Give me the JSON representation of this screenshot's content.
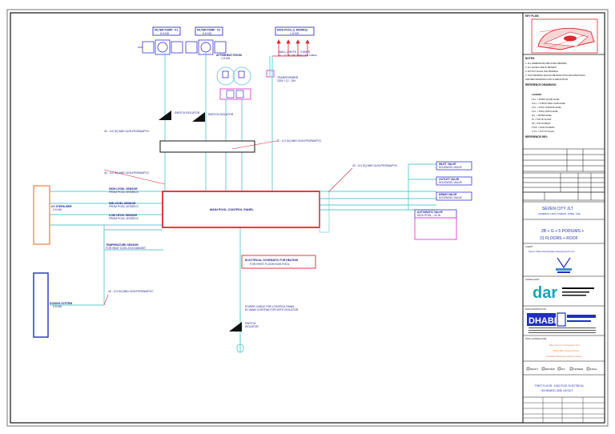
{
  "colors": {
    "wire": "#5ec8d2",
    "red": "#e0262d",
    "blue": "#1b1bd8",
    "magenta": "#e83ad8",
    "orange": "#f07f3c",
    "navy": "#1f2fbf",
    "text": "#1a1a8a"
  },
  "equipment": {
    "pump1": "FILTER PUMP - 01",
    "pump1_power": "5.5 KW",
    "pump2": "FILTER PUMP - 02",
    "pump2_power": "5.5 KW",
    "kids_pool": "KIDS POOL (L WORKS) ",
    "kids_pool_sub": "1.5 KW",
    "blower": "AFTERHEAT ROOM",
    "blower_sub": "1.5 KW",
    "transformer": "TRANSFORMER",
    "transformer_sub": "230V / 12 - 24V",
    "wall_note": "WALL LIGHTS ... 3 WAYS",
    "wall_note2": "12 - 2.5 SQ.MM SHIELDED CABLE",
    "isolator1": "SWITCH ISOLATOR",
    "isolator2": "SWITCH ISOLATOR",
    "cable_tray1": "4C - 6.0 SQ.MM  CU/XLPE/SWA/PVC",
    "cable_tray2": "4C - 6.0 SQ.MM  CU/XLPE/SWA/PVC",
    "cable_tray3": "4C - 6.0 SQ.MM  CU/XLPE/SWA/PVC",
    "cable_tray4": "4C - 6.0 SQ.MM  CU/XLPE/SWA/PVC",
    "cable_tray5": "4C - 6.0 SQ.MM  CU/XLPE/SWA/PVC",
    "cp_label": "MAIN POOL CONTROL PANEL",
    "sensor1": "HIGH LEVEL SENSOR",
    "sensor1b": "FROM POOL VESSELS",
    "sensor2": "MID LEVEL SENSOR",
    "sensor2b": "FROM POOL VESSELS",
    "sensor3": "LOW LEVEL SENSOR",
    "sensor3b": "FROM POOL VESSELS",
    "uv": "UV STERILISER",
    "uv_sub": "0.5 KW",
    "heat_sensor": "TEMPERATURE SENSOR",
    "heat_sensor_sub": "FOR HEAT COOL EXCHANGER",
    "dosing": "DOSING SYSTEM",
    "dosing_sub": "0.5 KW",
    "valve1": "INLET VALVE",
    "valve1b": "SOLENOID VALVE",
    "valve2": "OUTLET VALVE",
    "valve2b": "SOLENOID VALVE",
    "valve3": "DRAIN VALVE",
    "valve3b": "SOLENOID VALVE",
    "auto_valve": "AUTOMATIC VALVE",
    "auto_valve_sub": "KIDS POOL - 42 W",
    "note_red": "ELECTRICAL SCHEMATIC FOR HEATING",
    "note_red2": "FOR FIRST FLOOR KIDS POOL",
    "power_cable": "POWER CABLE FOR CONTROL PANEL",
    "power_cable2": "BY MAIN CONTRACTOR WITH ISOLATOR",
    "isolator3": "SWITCH",
    "isolator3b": "ISOLATOR"
  },
  "title_block": {
    "key_plan": "KEY PLAN:",
    "notes_title": "NOTES:",
    "notes": [
      "1. ALL DIMENSIONS ARE IN MILLIMETERS",
      "2. ALL LEVELS ARE IN METERS",
      "3. DO NOT SCALE THE DRAWING",
      "4. THIS DRAWING SHOULD BE READ WITH ARCHITECTURAL",
      "   AND MEP DRAWINGS FOR CLARIFICATION"
    ],
    "reference_title": "REFERENCE DRAWINGS:",
    "legend_title": "LEGEND:",
    "legend": [
      "F.F.L.  = FINISH FLOOR LEVEL",
      "S.S.L.  = STRUCTURAL SLAB LEVEL",
      "F.S.L.  = POOL SURFACE LEVEL",
      "F.F.L.  = POOL FINISH LEVEL",
      "W.L.    = WATER LEVEL",
      "TF      = TOP OF FLOOR",
      "TB      = TOP OF BEAM",
      "F.O.B.  = FACE OF BEAM",
      "N.T.S.  = NOT TO SCALE"
    ],
    "reference_rev": "REFERENCE REV:",
    "project_name": "SEVEN CITY JLT",
    "project_loc": "JUMEIRAH LAKE TOWERS, DUBAI, UAE",
    "building": "2B + G + 5 PODIUMS +",
    "building2": "31 FLOORS + ROOF",
    "client_label": "CLIENT:",
    "client": "Seven Tides Real Estate Development LLC",
    "consultant_label": "CONSULTANT:",
    "consultant_logo": "dar",
    "main_contractor_label": "MAIN CONTRACTOR:",
    "mc_logo": "DHABI",
    "pool_contractor_label": "POOL CONTRACTOR:",
    "pool_contractor": "Blue Pool & Contracting LLC",
    "pool_contractor2": "Office 306, Second Floor",
    "pool_contractor3": "Al Fattan Business Centre, Dubai",
    "status": [
      "DRAFT",
      "REVIEW",
      "IFC",
      "TENDER",
      "FINAL"
    ],
    "drawing_title": "FIRST FLOOR - KIDS POOL ELECTRICAL",
    "drawing_title2": "SCHEMATIC AND LAYOUT"
  }
}
